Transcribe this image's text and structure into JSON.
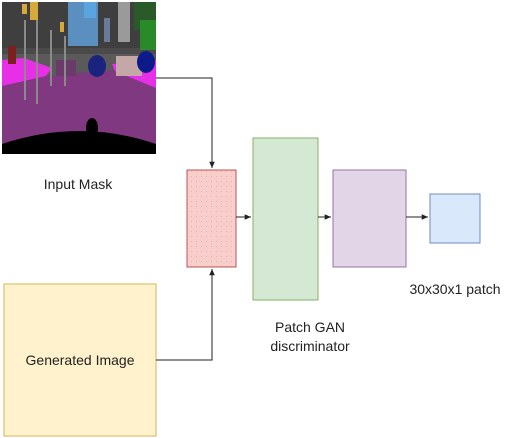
{
  "labels": {
    "input_mask": "Input Mask",
    "generated_image": "Generated Image",
    "discriminator_line1": "Patch GAN",
    "discriminator_line2": "discriminator",
    "output_patch": "30x30x1 patch"
  },
  "colors": {
    "concat_fill": "#f8cecc",
    "concat_stroke": "#b85450",
    "disc_fill": "#d5e8d4",
    "disc_stroke": "#82b366",
    "feature_fill": "#e1d5e7",
    "feature_stroke": "#9673a6",
    "patch_fill": "#dae8fc",
    "patch_stroke": "#6c8ebf",
    "gen_fill": "#fff2cc",
    "gen_stroke": "#d6b656",
    "arrow": "#222222"
  }
}
